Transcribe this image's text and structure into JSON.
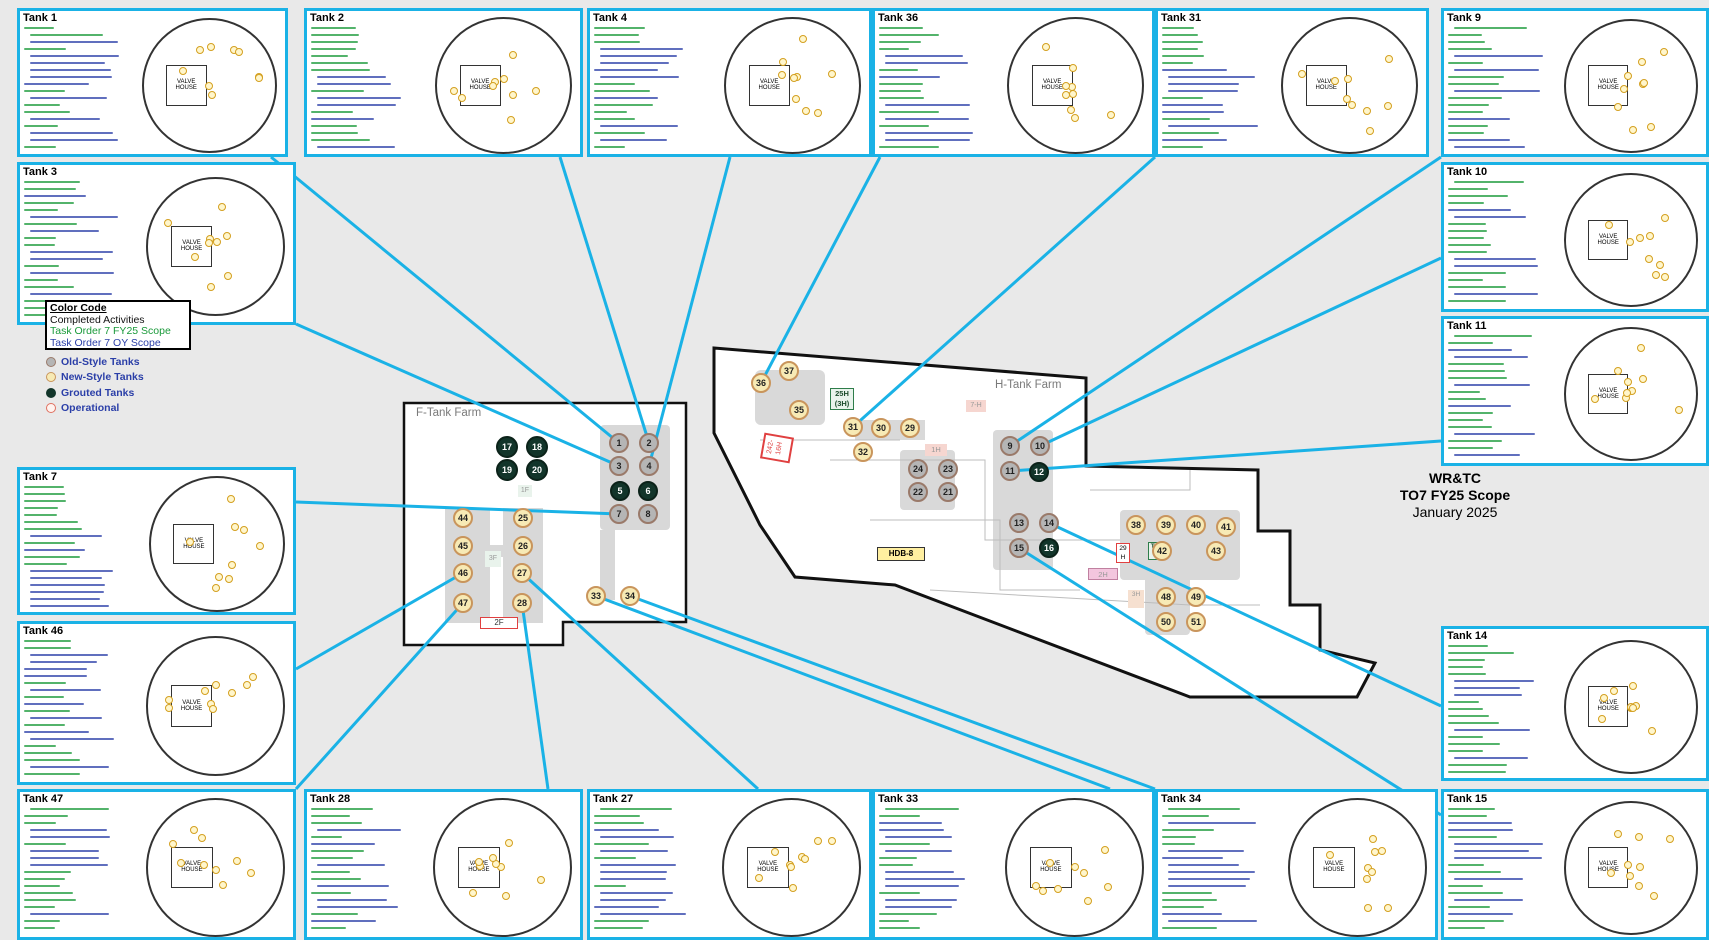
{
  "title": {
    "line1": "WR&TC",
    "line2": "TO7 FY25 Scope",
    "line3": "January 2025"
  },
  "legend": {
    "title": "Color Code",
    "items": [
      {
        "label": "Completed Activities",
        "color": "#111111"
      },
      {
        "label": "Task Order 7 FY25 Scope",
        "color": "#1a9a3a"
      },
      {
        "label": "Task Order 7 OY Scope",
        "color": "#2b3fa8"
      }
    ]
  },
  "tank_types": [
    {
      "label": "Old-Style Tanks",
      "fill": "#b5b5b5",
      "border": "#9a7a6a"
    },
    {
      "label": "New-Style Tanks",
      "fill": "#f7eab5",
      "border": "#c9955c"
    },
    {
      "label": "Grouted Tanks",
      "fill": "#12352a",
      "border": "#12352a"
    },
    {
      "label": "Operational",
      "fill": "#fff3ef",
      "border": "#e07060"
    }
  ],
  "farms": {
    "f": {
      "label": "F-Tank Farm"
    },
    "h": {
      "label": "H-Tank Farm"
    }
  },
  "colors": {
    "leader": "#1ab2e6",
    "old": "#b5b5b5",
    "new": "#f7eab5",
    "grouted": "#12352a",
    "farm_fill": "#ffffff",
    "road": "#d5d5d5"
  },
  "facility_labels": [
    {
      "id": "25h",
      "label": "25H (3H)"
    },
    {
      "id": "242h",
      "label": "242-16H"
    },
    {
      "id": "hdb8",
      "label": "HDB-8"
    },
    {
      "id": "2f",
      "label": "2F"
    },
    {
      "id": "1h",
      "label": "1H"
    },
    {
      "id": "7h",
      "label": "7-H"
    },
    {
      "id": "2h",
      "label": "2H"
    },
    {
      "id": "3h",
      "label": "3H"
    },
    {
      "id": "3f",
      "label": "3F"
    },
    {
      "id": "tsh",
      "label": "TS-H"
    },
    {
      "id": "1f",
      "label": "1F"
    },
    {
      "id": "29h",
      "label": "29 H"
    }
  ],
  "tanks": [
    {
      "n": "1",
      "type": "old"
    },
    {
      "n": "2",
      "type": "old"
    },
    {
      "n": "3",
      "type": "old"
    },
    {
      "n": "4",
      "type": "old"
    },
    {
      "n": "5",
      "type": "grouted"
    },
    {
      "n": "6",
      "type": "grouted"
    },
    {
      "n": "7",
      "type": "old"
    },
    {
      "n": "8",
      "type": "old"
    },
    {
      "n": "17",
      "type": "grouted"
    },
    {
      "n": "18",
      "type": "grouted"
    },
    {
      "n": "19",
      "type": "grouted"
    },
    {
      "n": "20",
      "type": "grouted"
    },
    {
      "n": "25",
      "type": "new"
    },
    {
      "n": "26",
      "type": "new"
    },
    {
      "n": "27",
      "type": "new"
    },
    {
      "n": "28",
      "type": "new"
    },
    {
      "n": "33",
      "type": "new"
    },
    {
      "n": "34",
      "type": "new"
    },
    {
      "n": "44",
      "type": "new"
    },
    {
      "n": "45",
      "type": "new"
    },
    {
      "n": "46",
      "type": "new"
    },
    {
      "n": "47",
      "type": "new"
    },
    {
      "n": "36",
      "type": "new"
    },
    {
      "n": "37",
      "type": "new"
    },
    {
      "n": "35",
      "type": "new"
    },
    {
      "n": "31",
      "type": "new"
    },
    {
      "n": "30",
      "type": "new"
    },
    {
      "n": "29",
      "type": "new"
    },
    {
      "n": "32",
      "type": "new"
    },
    {
      "n": "24",
      "type": "old"
    },
    {
      "n": "23",
      "type": "old"
    },
    {
      "n": "22",
      "type": "old"
    },
    {
      "n": "21",
      "type": "old"
    },
    {
      "n": "9",
      "type": "old"
    },
    {
      "n": "10",
      "type": "old"
    },
    {
      "n": "11",
      "type": "old"
    },
    {
      "n": "12",
      "type": "grouted"
    },
    {
      "n": "13",
      "type": "old"
    },
    {
      "n": "14",
      "type": "old"
    },
    {
      "n": "15",
      "type": "old"
    },
    {
      "n": "16",
      "type": "grouted"
    },
    {
      "n": "38",
      "type": "new"
    },
    {
      "n": "39",
      "type": "new"
    },
    {
      "n": "40",
      "type": "new"
    },
    {
      "n": "41",
      "type": "new"
    },
    {
      "n": "42",
      "type": "new"
    },
    {
      "n": "43",
      "type": "new"
    },
    {
      "n": "48",
      "type": "new"
    },
    {
      "n": "49",
      "type": "new"
    },
    {
      "n": "50",
      "type": "new"
    },
    {
      "n": "51",
      "type": "new"
    }
  ],
  "panels": [
    {
      "id": "tank1",
      "title": "Tank 1",
      "target": "1"
    },
    {
      "id": "tank2",
      "title": "Tank 2",
      "target": "2"
    },
    {
      "id": "tank4",
      "title": "Tank 4",
      "target": "4"
    },
    {
      "id": "tank36",
      "title": "Tank 36",
      "target": "36"
    },
    {
      "id": "tank31",
      "title": "Tank 31",
      "target": "31"
    },
    {
      "id": "tank9",
      "title": "Tank 9",
      "target": "9"
    },
    {
      "id": "tank3",
      "title": "Tank 3",
      "target": "3"
    },
    {
      "id": "tank10",
      "title": "Tank 10",
      "target": "10"
    },
    {
      "id": "tank11",
      "title": "Tank 11",
      "target": "11"
    },
    {
      "id": "tank7",
      "title": "Tank 7",
      "target": "7"
    },
    {
      "id": "tank46",
      "title": "Tank 46",
      "target": "46"
    },
    {
      "id": "tank14",
      "title": "Tank 14",
      "target": "14"
    },
    {
      "id": "tank47",
      "title": "Tank 47",
      "target": "47"
    },
    {
      "id": "tank28",
      "title": "Tank 28",
      "target": "28"
    },
    {
      "id": "tank27",
      "title": "Tank 27",
      "target": "27"
    },
    {
      "id": "tank33",
      "title": "Tank 33",
      "target": "33"
    },
    {
      "id": "tank34",
      "title": "Tank 34",
      "target": "34"
    },
    {
      "id": "tank15",
      "title": "Tank 15",
      "target": "15"
    }
  ],
  "panel_circle_labels": {
    "valve_house": "Valve House",
    "v_house": "VALVE HOUSE"
  }
}
